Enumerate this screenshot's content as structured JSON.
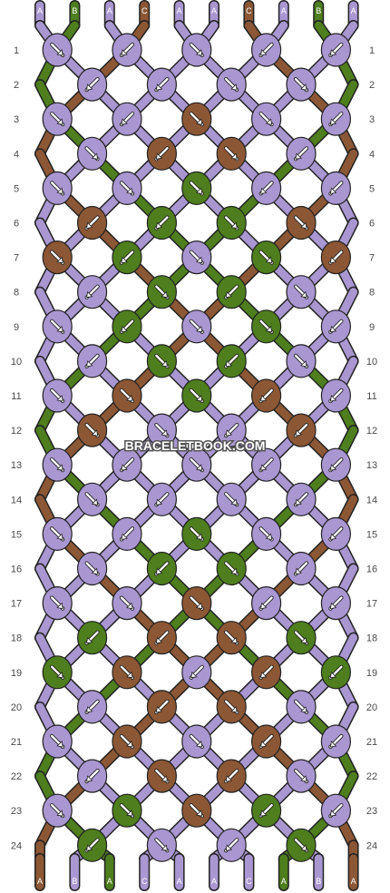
{
  "watermark": "BRACELETBOOK.COM",
  "colors": {
    "A": "#a997d1",
    "B": "#4e7e1e",
    "C": "#8c5735"
  },
  "top_labels": [
    "A",
    "B",
    "A",
    "C",
    "A",
    "A",
    "C",
    "A",
    "B",
    "A"
  ],
  "bottom_labels": [
    "A",
    "B",
    "A",
    "C",
    "A",
    "A",
    "C",
    "A",
    "B",
    "A"
  ],
  "rows": [
    {
      "num": "1",
      "knots": [
        [
          "A",
          "f"
        ],
        [
          "A",
          "b"
        ],
        [
          "A",
          "f"
        ],
        [
          "A",
          "b"
        ],
        [
          "A",
          "b"
        ]
      ]
    },
    {
      "num": "2",
      "knots": [
        [
          "A",
          "b"
        ],
        [
          "A",
          "b"
        ],
        [
          "A",
          "f"
        ],
        [
          "A",
          "f"
        ]
      ]
    },
    {
      "num": "3",
      "knots": [
        [
          "A",
          "f"
        ],
        [
          "A",
          "b"
        ],
        [
          "C",
          "f"
        ],
        [
          "A",
          "f"
        ],
        [
          "A",
          "b"
        ]
      ]
    },
    {
      "num": "4",
      "knots": [
        [
          "A",
          "f"
        ],
        [
          "C",
          "b"
        ],
        [
          "C",
          "f"
        ],
        [
          "A",
          "b"
        ]
      ]
    },
    {
      "num": "5",
      "knots": [
        [
          "A",
          "f"
        ],
        [
          "A",
          "f"
        ],
        [
          "B",
          "f"
        ],
        [
          "A",
          "b"
        ],
        [
          "A",
          "b"
        ]
      ]
    },
    {
      "num": "6",
      "knots": [
        [
          "C",
          "b"
        ],
        [
          "B",
          "b"
        ],
        [
          "B",
          "f"
        ],
        [
          "C",
          "f"
        ]
      ]
    },
    {
      "num": "7",
      "knots": [
        [
          "C",
          "f"
        ],
        [
          "B",
          "b"
        ],
        [
          "A",
          "f"
        ],
        [
          "B",
          "f"
        ],
        [
          "C",
          "b"
        ]
      ]
    },
    {
      "num": "8",
      "knots": [
        [
          "A",
          "b"
        ],
        [
          "B",
          "f"
        ],
        [
          "B",
          "b"
        ],
        [
          "A",
          "f"
        ]
      ]
    },
    {
      "num": "9",
      "knots": [
        [
          "A",
          "f"
        ],
        [
          "B",
          "b"
        ],
        [
          "A",
          "f"
        ],
        [
          "B",
          "f"
        ],
        [
          "A",
          "b"
        ]
      ]
    },
    {
      "num": "10",
      "knots": [
        [
          "A",
          "b"
        ],
        [
          "B",
          "f"
        ],
        [
          "B",
          "b"
        ],
        [
          "A",
          "f"
        ]
      ]
    },
    {
      "num": "11",
      "knots": [
        [
          "A",
          "f"
        ],
        [
          "C",
          "f"
        ],
        [
          "B",
          "f"
        ],
        [
          "C",
          "b"
        ],
        [
          "A",
          "b"
        ]
      ]
    },
    {
      "num": "12",
      "knots": [
        [
          "C",
          "f"
        ],
        [
          "A",
          "f"
        ],
        [
          "A",
          "b"
        ],
        [
          "C",
          "b"
        ]
      ]
    },
    {
      "num": "13",
      "knots": [
        [
          "A",
          "f"
        ],
        [
          "A",
          "b"
        ],
        [
          "A",
          "f"
        ],
        [
          "A",
          "b"
        ],
        [
          "A",
          "b"
        ]
      ]
    },
    {
      "num": "14",
      "knots": [
        [
          "A",
          "f"
        ],
        [
          "A",
          "b"
        ],
        [
          "A",
          "f"
        ],
        [
          "A",
          "b"
        ]
      ]
    },
    {
      "num": "15",
      "knots": [
        [
          "A",
          "f"
        ],
        [
          "A",
          "b"
        ],
        [
          "B",
          "f"
        ],
        [
          "A",
          "f"
        ],
        [
          "A",
          "b"
        ]
      ]
    },
    {
      "num": "16",
      "knots": [
        [
          "A",
          "f"
        ],
        [
          "B",
          "b"
        ],
        [
          "B",
          "f"
        ],
        [
          "A",
          "b"
        ]
      ]
    },
    {
      "num": "17",
      "knots": [
        [
          "A",
          "f"
        ],
        [
          "A",
          "f"
        ],
        [
          "C",
          "f"
        ],
        [
          "A",
          "b"
        ],
        [
          "A",
          "b"
        ]
      ]
    },
    {
      "num": "18",
      "knots": [
        [
          "B",
          "b"
        ],
        [
          "C",
          "b"
        ],
        [
          "C",
          "f"
        ],
        [
          "B",
          "f"
        ]
      ]
    },
    {
      "num": "19",
      "knots": [
        [
          "B",
          "f"
        ],
        [
          "C",
          "f"
        ],
        [
          "A",
          "b"
        ],
        [
          "C",
          "b"
        ],
        [
          "B",
          "b"
        ]
      ]
    },
    {
      "num": "20",
      "knots": [
        [
          "A",
          "b"
        ],
        [
          "C",
          "b"
        ],
        [
          "C",
          "f"
        ],
        [
          "A",
          "f"
        ]
      ]
    },
    {
      "num": "21",
      "knots": [
        [
          "A",
          "f"
        ],
        [
          "C",
          "f"
        ],
        [
          "A",
          "f"
        ],
        [
          "C",
          "b"
        ],
        [
          "A",
          "b"
        ]
      ]
    },
    {
      "num": "22",
      "knots": [
        [
          "A",
          "b"
        ],
        [
          "C",
          "f"
        ],
        [
          "C",
          "b"
        ],
        [
          "A",
          "f"
        ]
      ]
    },
    {
      "num": "23",
      "knots": [
        [
          "A",
          "f"
        ],
        [
          "B",
          "f"
        ],
        [
          "C",
          "f"
        ],
        [
          "B",
          "b"
        ],
        [
          "A",
          "b"
        ]
      ]
    },
    {
      "num": "24",
      "knots": [
        [
          "B",
          "b"
        ],
        [
          "A",
          "f"
        ],
        [
          "A",
          "b"
        ],
        [
          "B",
          "f"
        ]
      ]
    }
  ]
}
